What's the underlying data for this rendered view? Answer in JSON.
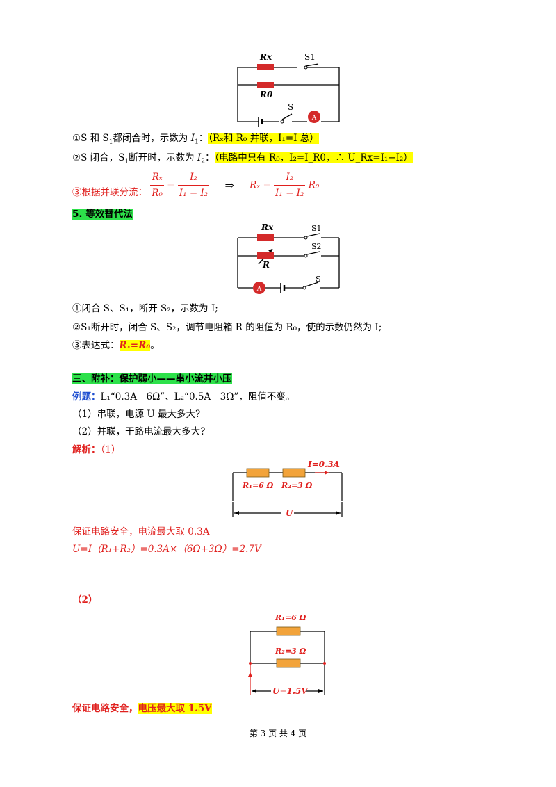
{
  "circuit1": {
    "rx": "Rx",
    "s1": "S1",
    "r0": "R0",
    "s": "S",
    "ammeter": "A"
  },
  "line1": {
    "prefix": "①S 和 S",
    "sub1": "1",
    "mid": "都闭合时，示数为 ",
    "i": "I",
    "sub2": "1",
    "colon": "：",
    "hl": "（Rₓ和 R₀ 并联，I₁=I 总）"
  },
  "line2": {
    "prefix": "②S 闭合，S",
    "sub1": "1",
    "mid": "断开时，示数为 ",
    "i": "I",
    "sub2": "2",
    "colon": "：",
    "hl": "（电路中只有 R₀，I₂=I_R0，∴ U_Rx=I₁−I₂）"
  },
  "line3": {
    "text": "③根据并联分流：",
    "f1num": "Rₓ",
    "f1den": "R₀",
    "f2num": "I₂",
    "f2den": "I₁ − I₂",
    "arrow": "⇒",
    "rx": "Rₓ",
    "eq": "=",
    "f3num": "I₂",
    "f3den": "I₁ − I₂",
    "r0": "R₀"
  },
  "section5": {
    "title": "5. 等效替代法"
  },
  "circuit2": {
    "rx": "Rx",
    "s1": "S1",
    "s2": "S2",
    "r": "R",
    "s": "S",
    "ammeter": "A"
  },
  "step1": "①闭合 S、S₁，断开 S₂，示数为 I;",
  "step2": "②S₁断开时，闭合 S、S₂，调节电阻箱 R 的阻值为 R₀，使的示数仍然为 I;",
  "step3": {
    "prefix": "③表达式：",
    "hl": "Rₓ=R₀",
    "suffix": "。"
  },
  "section3": {
    "title": "三、附补：保护弱小——串小流并小压"
  },
  "example": {
    "label": "例题：",
    "text": "L₁“0.3A　6Ω”、L₂“0.5A　3Ω”，阻值不变。"
  },
  "q1": "（1）串联，电源 U 最大多大?",
  "q2": "（2）并联，干路电流最大多大?",
  "analysis": {
    "label": "解析：",
    "part": "（1）"
  },
  "circuit3": {
    "current": "I=0.3A",
    "r1": "R₁=6 Ω",
    "r2": "R₂=3 Ω",
    "u": "U"
  },
  "safety1": "保证电路安全，电流最大取 0.3A",
  "formula1": "U=I（R₁+R₂）=0.3A×（6Ω+3Ω）=2.7V",
  "part2": "（2）",
  "circuit4": {
    "r1": "R₁=6 Ω",
    "r2": "R₂=3 Ω",
    "u": "U=1.5V"
  },
  "safety2": {
    "prefix": "保证电路安全，",
    "hl": "电压最大取 1.5V"
  },
  "footer": "第 3 页 共 4 页",
  "colors": {
    "red": "#e0201e",
    "resistor_red": "#d42a2a",
    "resistor_orange": "#f2a33a",
    "highlight_yellow": "#ffff00",
    "highlight_green": "#2de14a",
    "blue": "#1f4fd0"
  }
}
